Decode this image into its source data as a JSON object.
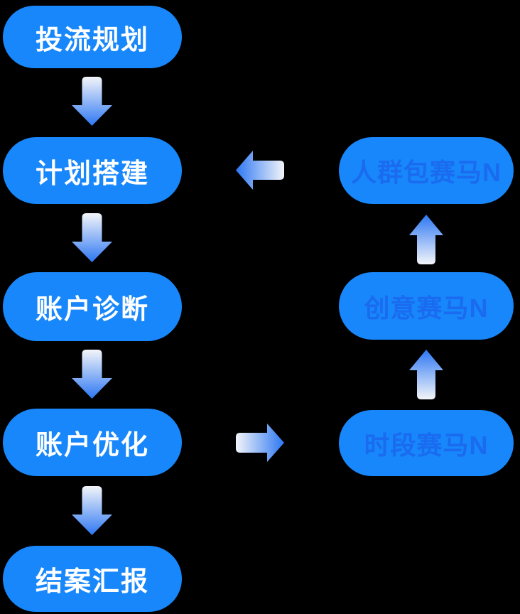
{
  "flow": {
    "left_steps": [
      {
        "label": "投流规划"
      },
      {
        "label": "计划搭建"
      },
      {
        "label": "账户诊断"
      },
      {
        "label": "账户优化"
      },
      {
        "label": "结案汇报"
      }
    ],
    "right_steps": [
      {
        "label": "人群包赛马N"
      },
      {
        "label": "创意赛马N"
      },
      {
        "label": "时段赛马N"
      }
    ],
    "connections": [
      {
        "from": "投流规划",
        "to": "计划搭建",
        "direction": "down"
      },
      {
        "from": "计划搭建",
        "to": "账户诊断",
        "direction": "down"
      },
      {
        "from": "账户诊断",
        "to": "账户优化",
        "direction": "down"
      },
      {
        "from": "账户优化",
        "to": "结案汇报",
        "direction": "down"
      },
      {
        "from": "账户优化",
        "to": "时段赛马N",
        "direction": "right"
      },
      {
        "from": "时段赛马N",
        "to": "创意赛马N",
        "direction": "up"
      },
      {
        "from": "创意赛马N",
        "to": "人群包赛马N",
        "direction": "up"
      },
      {
        "from": "人群包赛马N",
        "to": "计划搭建",
        "direction": "left"
      }
    ],
    "colors": {
      "background": "#000000",
      "node_fill": "#1787FB",
      "left_node_text": "#FFFFFF",
      "right_node_text": "#1A6BEF",
      "arrow_light": "#F3F5F9",
      "arrow_dark": "#2D77F3"
    }
  }
}
